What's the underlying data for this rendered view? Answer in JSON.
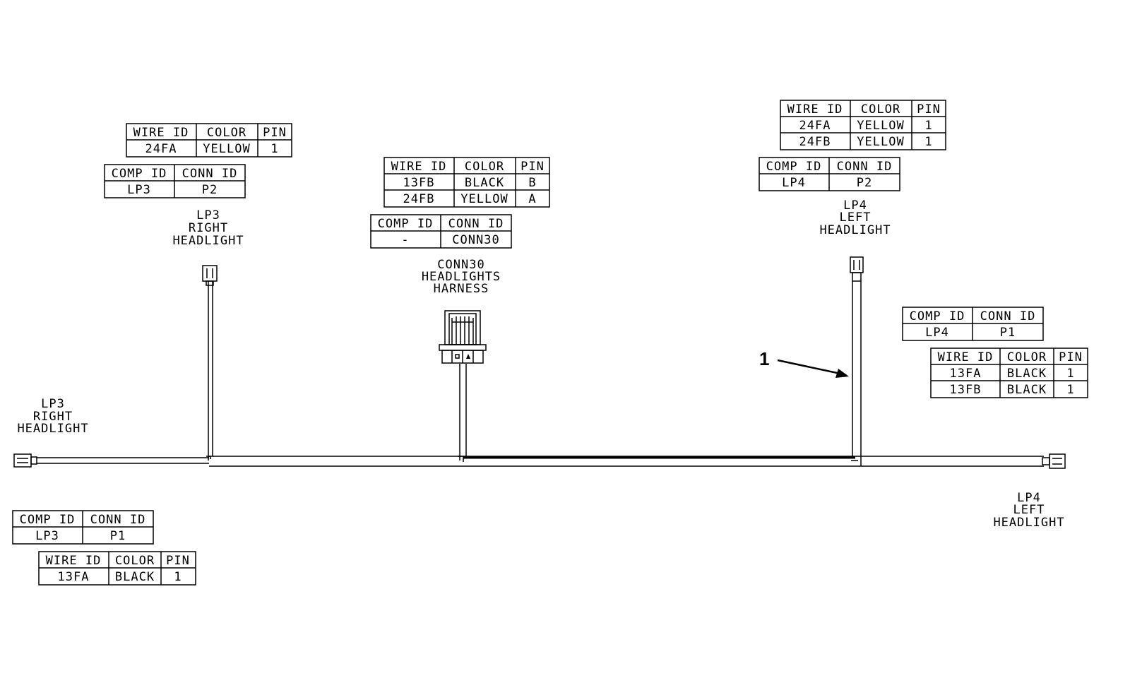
{
  "labels": {
    "lp3_top": [
      "LP3",
      "RIGHT",
      "HEADLIGHT"
    ],
    "conn30": [
      "CONN30",
      "HEADLIGHTS",
      "HARNESS"
    ],
    "lp4_top": [
      "LP4",
      "LEFT",
      "HEADLIGHT"
    ],
    "lp3_left": [
      "LP3",
      "RIGHT",
      "HEADLIGHT"
    ],
    "lp4_right": [
      "LP4",
      "LEFT",
      "HEADLIGHT"
    ]
  },
  "callout": "1",
  "tables": {
    "lp3_p2_wire": {
      "headers": [
        "WIRE ID",
        "COLOR",
        "PIN"
      ],
      "rows": [
        [
          "24FA",
          "YELLOW",
          "1"
        ]
      ]
    },
    "lp3_p2_comp": {
      "headers": [
        "COMP ID",
        "CONN ID"
      ],
      "rows": [
        [
          "LP3",
          "P2"
        ]
      ]
    },
    "conn30_wire": {
      "headers": [
        "WIRE ID",
        "COLOR",
        "PIN"
      ],
      "rows": [
        [
          "13FB",
          "BLACK",
          "B"
        ],
        [
          "24FB",
          "YELLOW",
          "A"
        ]
      ]
    },
    "conn30_comp": {
      "headers": [
        "COMP ID",
        "CONN ID"
      ],
      "rows": [
        [
          "-",
          "CONN30"
        ]
      ]
    },
    "lp4_p2_wire": {
      "headers": [
        "WIRE ID",
        "COLOR",
        "PIN"
      ],
      "rows": [
        [
          "24FA",
          "YELLOW",
          "1"
        ],
        [
          "24FB",
          "YELLOW",
          "1"
        ]
      ]
    },
    "lp4_p2_comp": {
      "headers": [
        "COMP ID",
        "CONN ID"
      ],
      "rows": [
        [
          "LP4",
          "P2"
        ]
      ]
    },
    "lp4_p1_comp": {
      "headers": [
        "COMP ID",
        "CONN ID"
      ],
      "rows": [
        [
          "LP4",
          "P1"
        ]
      ]
    },
    "lp4_p1_wire": {
      "headers": [
        "WIRE ID",
        "COLOR",
        "PIN"
      ],
      "rows": [
        [
          "13FA",
          "BLACK",
          "1"
        ],
        [
          "13FB",
          "BLACK",
          "1"
        ]
      ]
    },
    "lp3_p1_comp": {
      "headers": [
        "COMP ID",
        "CONN ID"
      ],
      "rows": [
        [
          "LP3",
          "P1"
        ]
      ]
    },
    "lp3_p1_wire": {
      "headers": [
        "WIRE ID",
        "COLOR",
        "PIN"
      ],
      "rows": [
        [
          "13FA",
          "BLACK",
          "1"
        ]
      ]
    }
  }
}
